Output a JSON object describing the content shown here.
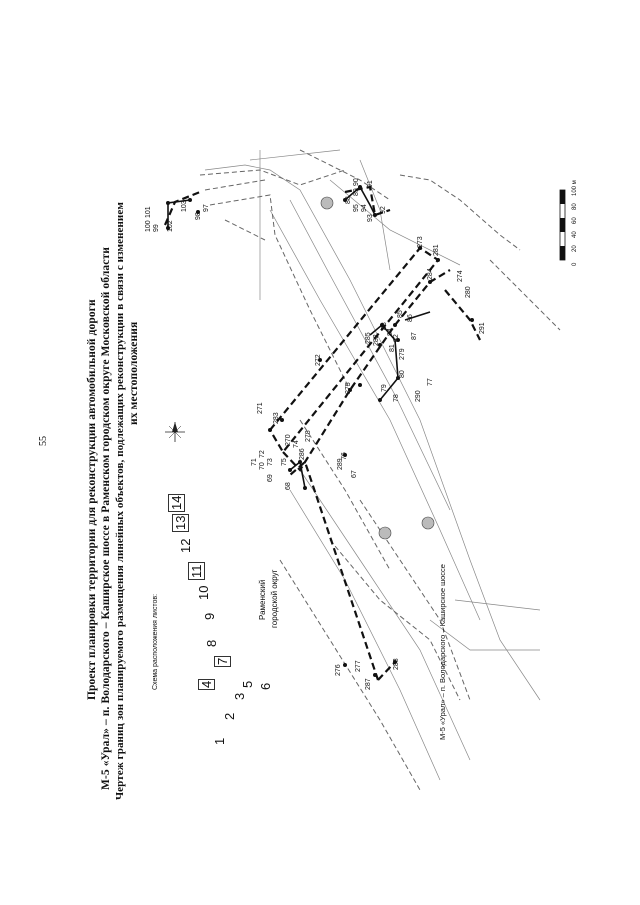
{
  "page_number": "55",
  "title": {
    "line1": "Проект планировки территории для реконструкции автомобильной дороги",
    "line2": "М-5 «Урал» – п. Володарского – Каширское шоссе в Раменском городском округе Московской области",
    "line3": "Чертеж границ зон планируемого размещения линейных объектов, подлежащих реконструкции в связи с изменением",
    "line4": "их местоположения"
  },
  "sheet_index": {
    "label": "Схема расположения листов:",
    "numbers": [
      "1",
      "2",
      "3",
      "4",
      "5",
      "6",
      "7",
      "8",
      "9",
      "10",
      "11",
      "12",
      "13",
      "14"
    ]
  },
  "district_label": [
    "Раменский",
    "городской округ"
  ],
  "road_labels": {
    "m5": "М-5 «Урал» – п. Володарского – Каширское шоссе"
  },
  "scale": {
    "ticks": [
      "0",
      "20",
      "40",
      "60",
      "80",
      "100 м"
    ]
  },
  "points": [
    "100",
    "101",
    "102",
    "99",
    "103",
    "98",
    "97",
    "96",
    "88",
    "89",
    "90",
    "91",
    "95",
    "94",
    "93",
    "92",
    "273",
    "281",
    "284",
    "274",
    "280",
    "291",
    "85",
    "86",
    "83",
    "84",
    "82",
    "87",
    "81",
    "279",
    "80",
    "285",
    "282",
    "272",
    "275",
    "78",
    "79",
    "290",
    "77",
    "271",
    "283",
    "270",
    "278",
    "74",
    "286",
    "71",
    "72",
    "70",
    "73",
    "69",
    "75",
    "76",
    "68",
    "67",
    "289",
    "276",
    "277",
    "287",
    "288"
  ],
  "north_symbol": "north-arrow"
}
